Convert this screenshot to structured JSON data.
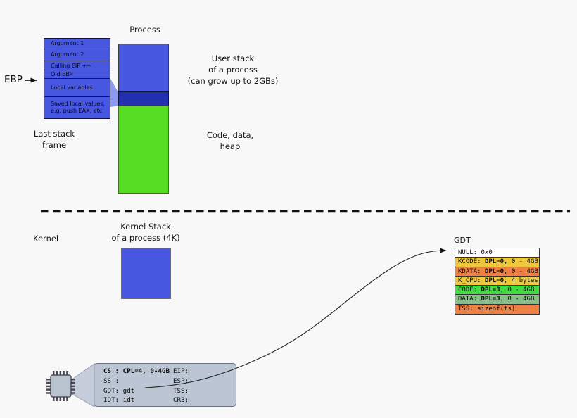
{
  "user_space": {
    "process_label": "Process",
    "ebp_label": "EBP",
    "stack_frame": {
      "rows": [
        "Argument 1",
        "Argument 2",
        "Calling EIP ++",
        "Old EBP",
        "Local variables",
        "Saved local values,\ne.g. push EAX, etc"
      ],
      "caption": "Last stack\nframe"
    },
    "user_stack_note": "User stack\nof a process\n(can grow up to 2GBs)",
    "heap_note": "Code, data,\nheap"
  },
  "kernel_space": {
    "kernel_label": "Kernel",
    "kernel_stack_note": "Kernel Stack\nof a process (4K)",
    "gdt": {
      "title": "GDT",
      "rows": [
        {
          "label": "NULL:",
          "bold": "",
          "rest": " 0x0",
          "bg": "#ffffff"
        },
        {
          "label": "KCODE:",
          "bold": " DPL=0",
          "rest": ", 0 - 4GB",
          "bg": "#eec83c"
        },
        {
          "label": "KDATA:",
          "bold": " DPL=0",
          "rest": ", 0 - 4GB",
          "bg": "#ee8044"
        },
        {
          "label": "K_CPU:",
          "bold": " DPL=0",
          "rest": ", 4 bytes",
          "bg": "#eec83c"
        },
        {
          "label": "CODE:",
          "bold": " DPL=3",
          "rest": ", 0 - 4GB",
          "bg": "#42dc42"
        },
        {
          "label": "DATA:",
          "bold": " DPL=3",
          "rest": ", 0 - 4GB",
          "bg": "#85bf85"
        },
        {
          "label": "TSS:",
          "bold": "",
          "rest": " sizeof(ts)",
          "bg": "#ee8044"
        }
      ]
    },
    "cpu_registers": {
      "left": [
        {
          "text": "CS : CPL=4, 0-4GB"
        },
        {
          "text": "SS :"
        },
        {
          "text": "GDT: gdt"
        },
        {
          "text": "IDT: idt"
        }
      ],
      "right": [
        {
          "text": "EIP:"
        },
        {
          "text": "ESP:"
        },
        {
          "text": "TSS:"
        },
        {
          "text": "CR3:"
        }
      ]
    }
  },
  "colors": {
    "background": "#f8f8f8",
    "stack_blue": "#4757e0",
    "ebp_band_blue": "#2230b0",
    "heap_green": "#55dd22",
    "connector_blue": "#8c9af0",
    "register_box_gray": "#bcc5d3"
  }
}
